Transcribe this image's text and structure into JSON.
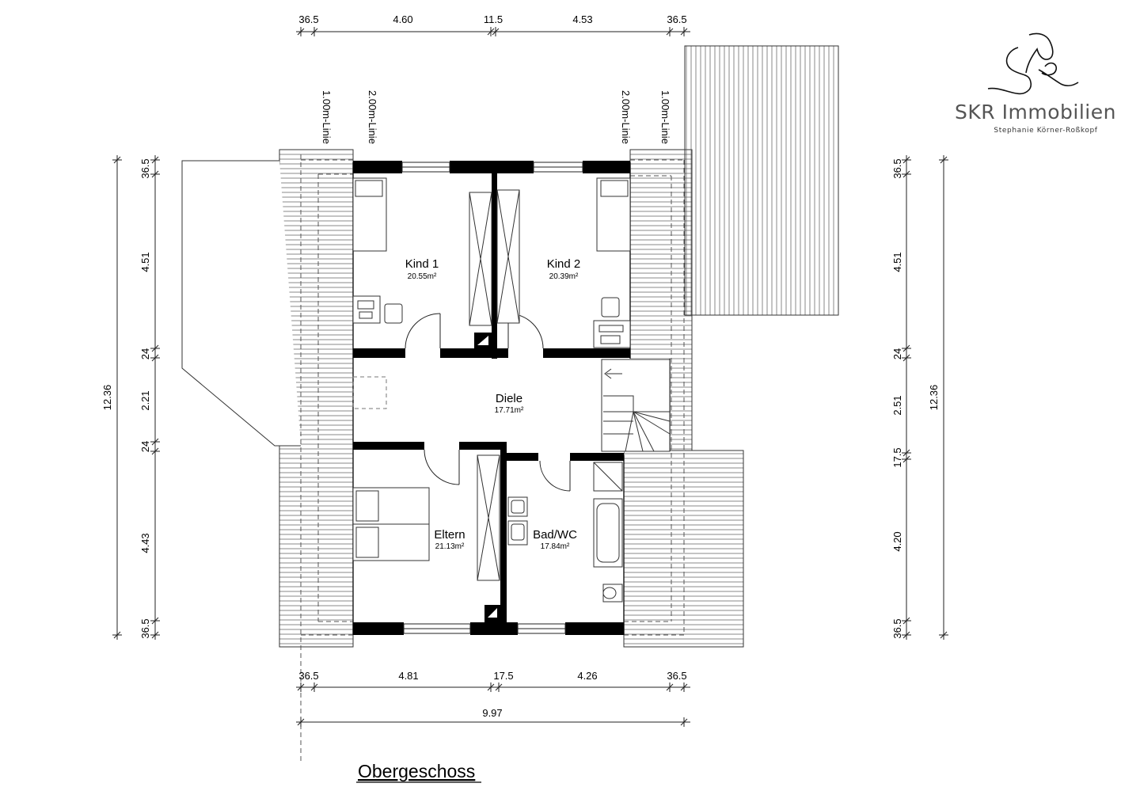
{
  "plan_title": "Obergeschoss",
  "logo": {
    "name": "SKR Immobilien",
    "owner": "Stephanie Körner-Roßkopf"
  },
  "rooms": {
    "kind1": {
      "name": "Kind 1",
      "area": "20.55m²"
    },
    "kind2": {
      "name": "Kind 2",
      "area": "20.39m²"
    },
    "diele": {
      "name": "Diele",
      "area": "17.71m²"
    },
    "eltern": {
      "name": "Eltern",
      "area": "21.13m²"
    },
    "bad": {
      "name": "Bad/WC",
      "area": "17.84m²"
    }
  },
  "lines": {
    "l1_left": "1.00m-Linie",
    "l2_left": "2.00m-Linie",
    "l2_right": "2.00m-Linie",
    "l1_right": "1.00m-Linie"
  },
  "dimensions": {
    "top": [
      "36.5",
      "4.60",
      "11.5",
      "4.53",
      "36.5"
    ],
    "bottom": [
      "36.5",
      "4.81",
      "17.5",
      "4.26",
      "36.5"
    ],
    "total_width": "9.97",
    "left": [
      "36.5",
      "4.51",
      "24",
      "2.21",
      "24",
      "4.43",
      "36.5"
    ],
    "left_total": "12.36",
    "right": [
      "36.5",
      "4.51",
      "24",
      "2.51",
      "17.5",
      "4.20",
      "36.5"
    ],
    "right_total": "12.36"
  },
  "colors": {
    "wall": "#000000",
    "line": "#222222",
    "logo_text": "#555555"
  }
}
